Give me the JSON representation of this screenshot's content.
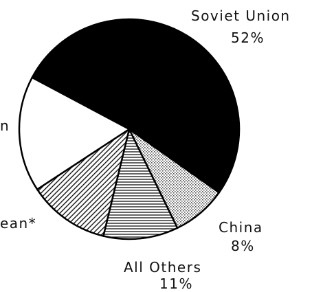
{
  "chart_data": {
    "type": "pie",
    "slices": [
      {
        "label": "Soviet Union",
        "value": 52,
        "value_label": "52%",
        "fill": "solid-black"
      },
      {
        "label": "China",
        "value": 8,
        "value_label": "8%",
        "fill": "dotted"
      },
      {
        "label": "All Others",
        "value": 11,
        "value_label": "11%",
        "fill": "horizontal-lines"
      },
      {
        "label": "ean*",
        "value": 12,
        "value_label": "",
        "fill": "diagonal-lines"
      },
      {
        "label": "n",
        "value": 17,
        "value_label": "",
        "fill": "white"
      }
    ]
  }
}
